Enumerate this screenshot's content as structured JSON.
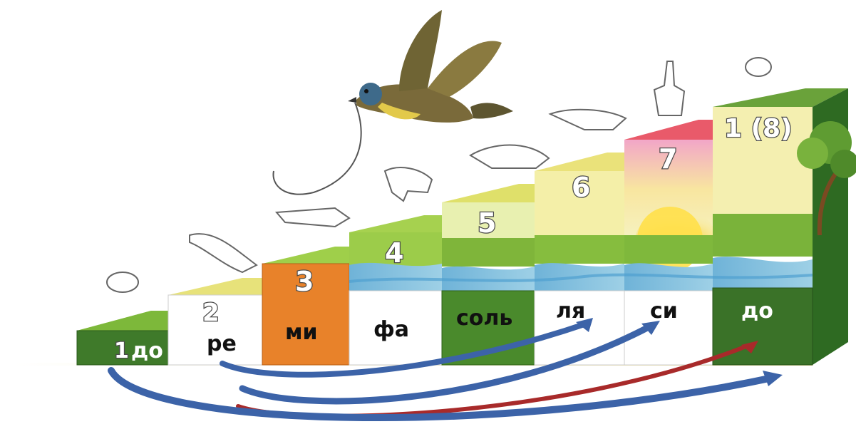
{
  "steps": [
    {
      "number": "1",
      "syllable": "до",
      "face_color": "#3f7a2a",
      "text_color": "#ffffff"
    },
    {
      "number": "2",
      "syllable": "ре",
      "face_color": "#ffffff",
      "text_color": "#111111"
    },
    {
      "number": "3",
      "syllable": "ми",
      "face_color": "#e8822a",
      "text_color": "#111111"
    },
    {
      "number": "4",
      "syllable": "фа",
      "face_color": "#ffffff",
      "text_color": "#111111"
    },
    {
      "number": "5",
      "syllable": "соль",
      "face_color": "#4a8a2c",
      "text_color": "#111111"
    },
    {
      "number": "6",
      "syllable": "ля",
      "face_color": "#ffffff",
      "text_color": "#111111"
    },
    {
      "number": "7",
      "syllable": "си",
      "face_color": "#ffffff",
      "text_color": "#111111"
    },
    {
      "number": "1 (8)",
      "syllable": "до",
      "face_color": "#3a7228",
      "text_color": "#ffffff"
    }
  ],
  "colors": {
    "arrow_blue": "#3c63a8",
    "arrow_red": "#a82a2a",
    "top_green": "#9fcf4a",
    "top_yellow": "#e8e070",
    "top_pink": "#e95a6a"
  },
  "decorations": [
    "bird-icon",
    "hand-sign-icon",
    "sun-icon",
    "tree-icon",
    "river-icon"
  ]
}
